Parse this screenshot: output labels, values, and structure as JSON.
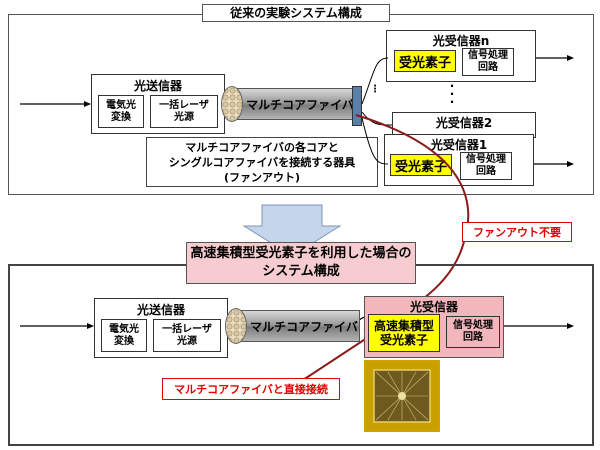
{
  "top": {
    "title": "従来の実験システム構成",
    "transmitter": {
      "title": "光送信器",
      "cell1": "電気光\n変換",
      "cell2": "一括レーザ\n光源"
    },
    "fiber_label": "マルチコアファイバ",
    "callout": "マルチコアファイバの各コアと\nシングルコアファイバを接続する器具\n(ファンアウト)",
    "receiver_n": {
      "title": "光受信器n",
      "element": "受光素子",
      "signal": "信号処理\n回路"
    },
    "receiver_2": {
      "title": "光受信器2"
    },
    "receiver_1": {
      "title": "光受信器1",
      "element": "受光素子",
      "signal": "信号処理\n回路"
    }
  },
  "fanout_unneeded": "ファンアウト不要",
  "bottom": {
    "title": "高速集積型受光素子を利用した場合の\nシステム構成",
    "transmitter": {
      "title": "光送信器",
      "cell1": "電気光\n変換",
      "cell2": "一括レーザ\n光源"
    },
    "fiber_label": "マルチコアファイバ",
    "receiver": {
      "title": "光受信器",
      "element": "高速集積型\n受光素子",
      "signal": "信号処理\n回路"
    },
    "direct_label": "マルチコアファイバと直接接続"
  },
  "colors": {
    "yellow": "#ffff00",
    "pink": "#f2b6bc",
    "red": "#e00000",
    "dark_red": "#8b1a1a",
    "arrow_blue": "#c5d5ea"
  }
}
